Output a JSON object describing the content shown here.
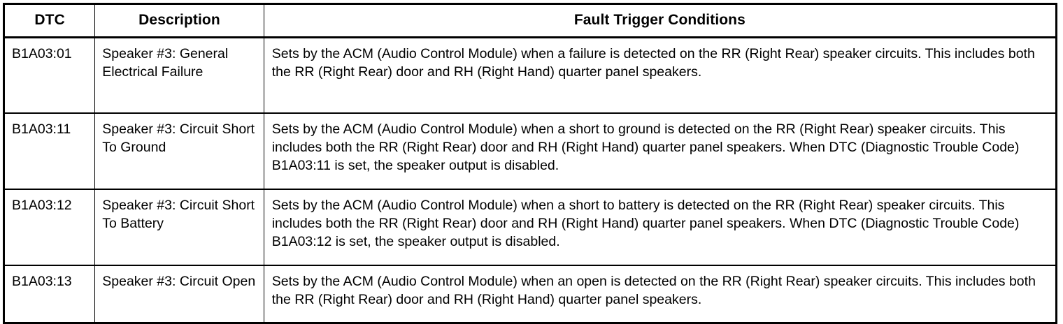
{
  "table": {
    "columns": [
      {
        "key": "dtc",
        "header": "DTC"
      },
      {
        "key": "description",
        "header": "Description"
      },
      {
        "key": "conditions",
        "header": "Fault Trigger Conditions"
      }
    ],
    "rows": [
      {
        "dtc": "B1A03:01",
        "description": "Speaker #3: General Electrical Failure",
        "conditions": "Sets by the ACM (Audio Control Module) when a failure is detected on the RR (Right Rear) speaker circuits. This includes both the RR (Right Rear) door and RH (Right Hand) quarter panel speakers."
      },
      {
        "dtc": "B1A03:11",
        "description": "Speaker #3: Circuit Short To Ground",
        "conditions": "Sets by the ACM (Audio Control Module) when a short to ground is detected on the RR (Right Rear) speaker circuits. This includes both the RR (Right Rear) door and RH (Right Hand) quarter panel speakers. When DTC (Diagnostic Trouble Code) B1A03:11 is set, the speaker output is disabled."
      },
      {
        "dtc": "B1A03:12",
        "description": "Speaker #3: Circuit Short To Battery",
        "conditions": "Sets by the ACM (Audio Control Module) when a short to battery is detected on the RR (Right Rear) speaker circuits. This includes both the RR (Right Rear) door and RH (Right Hand) quarter panel speakers. When DTC (Diagnostic Trouble Code) B1A03:12 is set, the speaker output is disabled."
      },
      {
        "dtc": "B1A03:13",
        "description": "Speaker #3: Circuit Open",
        "conditions": "Sets by the ACM (Audio Control Module) when an open is detected on the RR (Right Rear) speaker circuits. This includes both the RR (Right Rear) door and RH (Right Hand) quarter panel speakers."
      }
    ]
  },
  "colors": {
    "text": "#000000",
    "background": "#ffffff",
    "border": "#000000"
  }
}
